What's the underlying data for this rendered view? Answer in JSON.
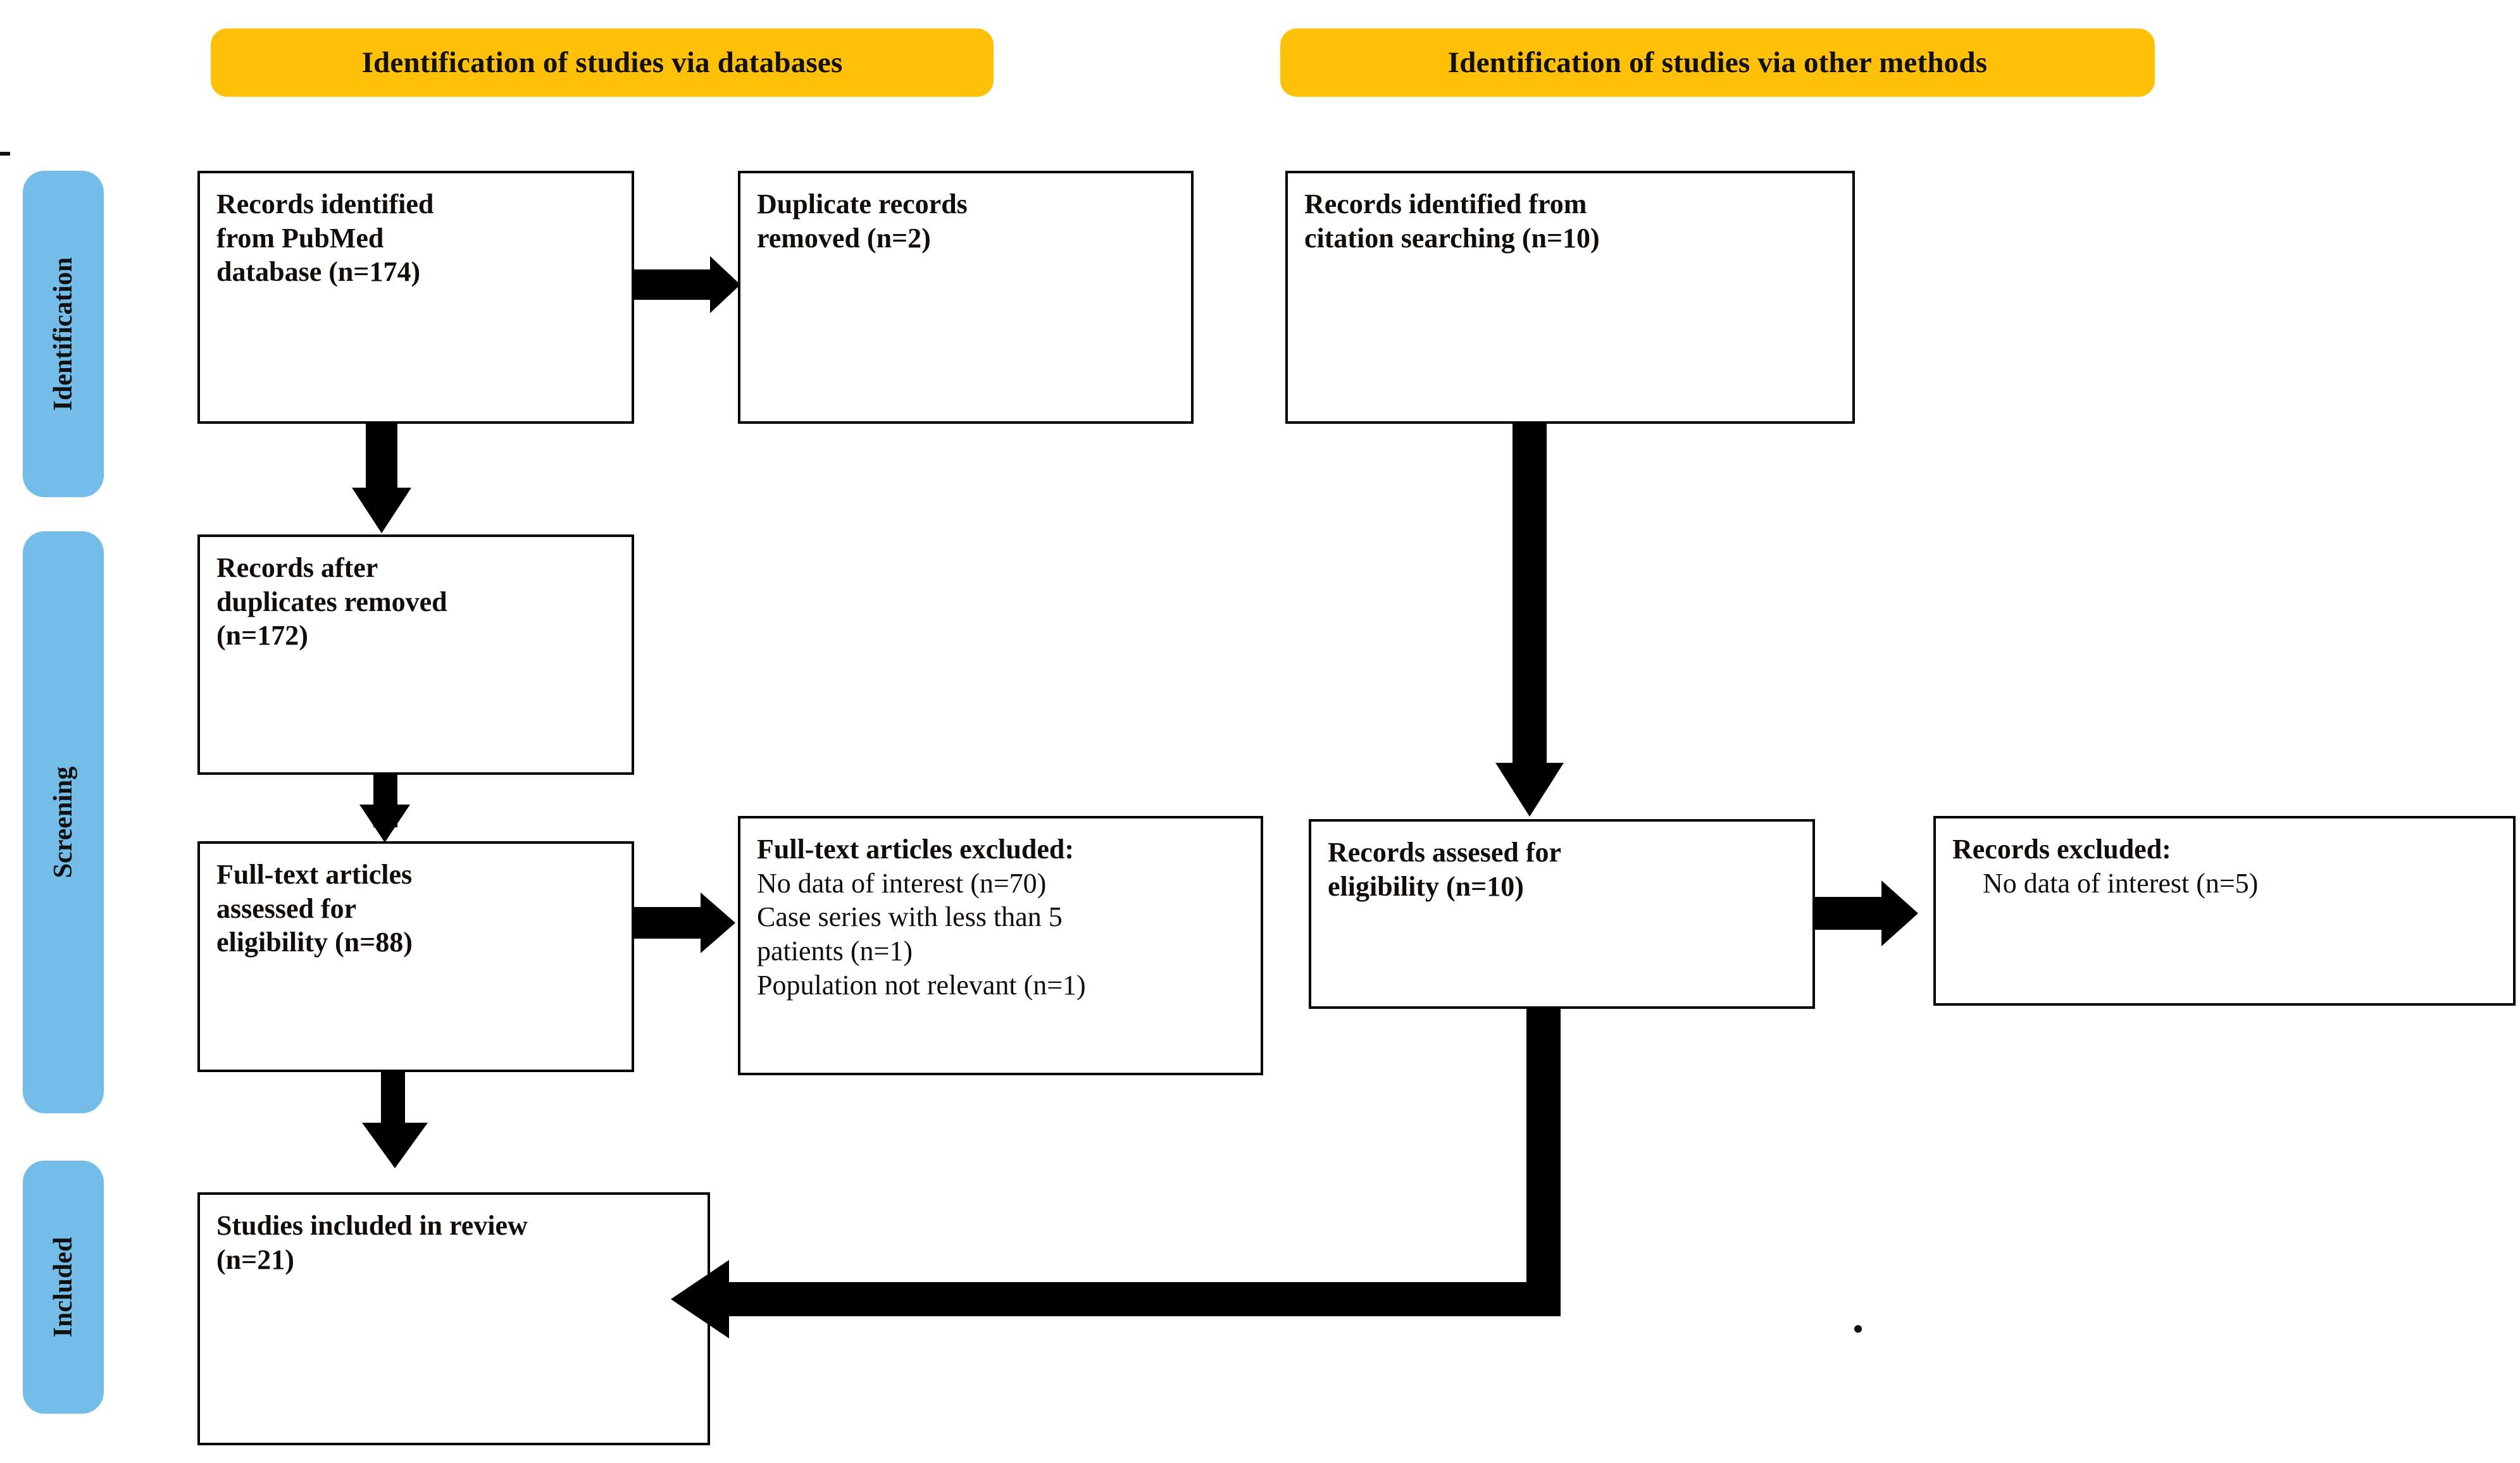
{
  "banners": [
    {
      "id": "databases",
      "label": "Identification of studies via databases"
    },
    {
      "id": "other-methods",
      "label": "Identification of studies via other methods"
    }
  ],
  "stage_labels": [
    {
      "id": "identification",
      "label": "Identification"
    },
    {
      "id": "screening",
      "label": "Screening"
    },
    {
      "id": "included",
      "label": "Included"
    }
  ],
  "nodes": {
    "records_identified_pubmed": {
      "lines": [
        {
          "text": "Records identified",
          "bold": true,
          "indent": false
        },
        {
          "text": "from PubMed",
          "bold": true,
          "indent": false
        },
        {
          "text": "database (n=174)",
          "bold": true,
          "indent": false
        }
      ]
    },
    "duplicate_records_removed": {
      "lines": [
        {
          "text": "Duplicate records",
          "bold": true,
          "indent": false
        },
        {
          "text": "removed (n=2)",
          "bold": true,
          "indent": false
        }
      ]
    },
    "records_identified_citation": {
      "lines": [
        {
          "text": "Records identified from",
          "bold": true,
          "indent": false
        },
        {
          "text": "citation searching (n=10)",
          "bold": true,
          "indent": false
        }
      ]
    },
    "records_after_duplicates": {
      "lines": [
        {
          "text": "Records after",
          "bold": true,
          "indent": false
        },
        {
          "text": "duplicates removed",
          "bold": true,
          "indent": false
        },
        {
          "text": "(n=172)",
          "bold": true,
          "indent": false
        }
      ]
    },
    "fulltext_assessed": {
      "lines": [
        {
          "text": "Full-text articles",
          "bold": true,
          "indent": false
        },
        {
          "text": "assessed for",
          "bold": true,
          "indent": false
        },
        {
          "text": "eligibility (n=88)",
          "bold": true,
          "indent": false
        }
      ]
    },
    "fulltext_excluded": {
      "lines": [
        {
          "text": "Full-text articles excluded:",
          "bold": true,
          "indent": false
        },
        {
          "text": "No data of interest (n=70)",
          "bold": false,
          "indent": false
        },
        {
          "text": "Case series with less than 5",
          "bold": false,
          "indent": false
        },
        {
          "text": "patients (n=1)",
          "bold": false,
          "indent": false
        },
        {
          "text": "Population not relevant (n=1)",
          "bold": false,
          "indent": false
        }
      ]
    },
    "records_assessed_eligibility": {
      "lines": [
        {
          "text": "Records assesed for",
          "bold": true,
          "indent": false
        },
        {
          "text": "eligibility (n=10)",
          "bold": true,
          "indent": false
        }
      ]
    },
    "records_excluded": {
      "lines": [
        {
          "text": "Records excluded:",
          "bold": true,
          "indent": false
        },
        {
          "text": "No data of interest (n=5)",
          "bold": false,
          "indent": true
        }
      ]
    },
    "studies_included": {
      "lines": [
        {
          "text": "Studies included in review",
          "bold": true,
          "indent": false
        },
        {
          "text": "(n=21)",
          "bold": true,
          "indent": false
        }
      ]
    }
  },
  "colors": {
    "banner_yellow": "#FFC107",
    "stage_blue": "#74BDE8",
    "box_border": "#000000",
    "connector": "#000000",
    "text": "#120d08",
    "background": "#FFFFFF"
  },
  "marks": {
    "top_left_dash": ".",
    "bottom_right_dot": "."
  }
}
